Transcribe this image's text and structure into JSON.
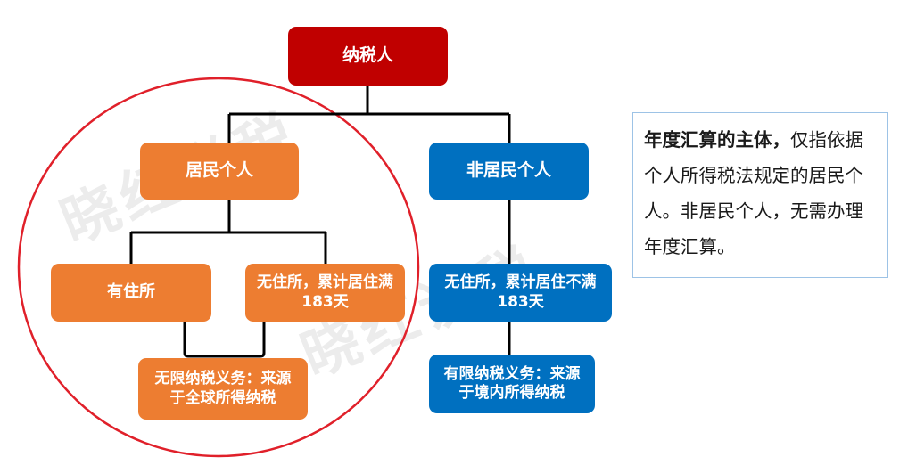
{
  "watermark": {
    "text": "晓红说税"
  },
  "nodes": {
    "taxpayer": "纳税人",
    "resident": "居民个人",
    "nonresident": "非居民个人",
    "has_domicile": "有住所",
    "no_domicile_resident": "无住所，累计居住满183天",
    "no_domicile_nonresident": "无住所，累计居住不满183天",
    "unlimited_obligation": "无限纳税义务：来源于全球所得纳税",
    "limited_obligation": "有限纳税义务：来源于境内所得纳税"
  },
  "note": {
    "bold": "年度汇算的主体，",
    "text": "仅指依据个人所得税法规定的居民个人。非居民个人，无需办理年度汇算。"
  },
  "colors": {
    "root": "#c00000",
    "resident": "#ed7d31",
    "nonresident": "#0070c0",
    "circle": "#e0202a",
    "note_border": "#9dc3e6"
  }
}
